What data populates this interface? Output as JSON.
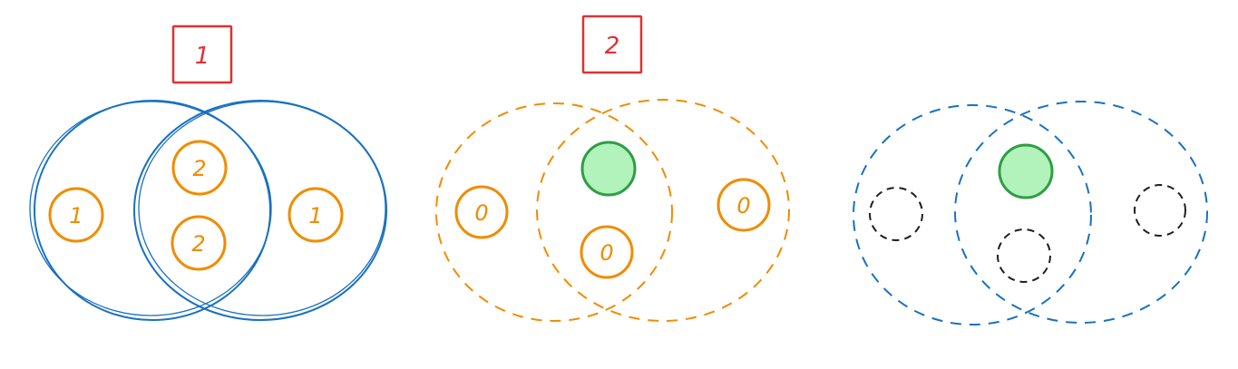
{
  "colors": {
    "blue": "#1971c2",
    "orange": "#f08c00",
    "red": "#e03131",
    "green_stroke": "#2f9e44",
    "green_fill": "#b2f2bb",
    "black": "#1e1e1e"
  },
  "steps": [
    {
      "label": "1"
    },
    {
      "label": "2"
    }
  ],
  "panels": [
    {
      "name": "panel-1",
      "style": "solid",
      "stroke": "blue",
      "nodes": [
        {
          "label": "1"
        },
        {
          "label": "2"
        },
        {
          "label": "2"
        },
        {
          "label": "1"
        }
      ]
    },
    {
      "name": "panel-2",
      "style": "dashed",
      "stroke": "orange",
      "nodes": [
        {
          "label": "0"
        },
        {
          "label": ""
        },
        {
          "label": "0"
        },
        {
          "label": "0"
        }
      ]
    },
    {
      "name": "panel-3",
      "style": "dashed",
      "stroke": "blue",
      "nodes": [
        {
          "label": ""
        },
        {
          "label": ""
        },
        {
          "label": ""
        },
        {
          "label": ""
        }
      ]
    }
  ]
}
